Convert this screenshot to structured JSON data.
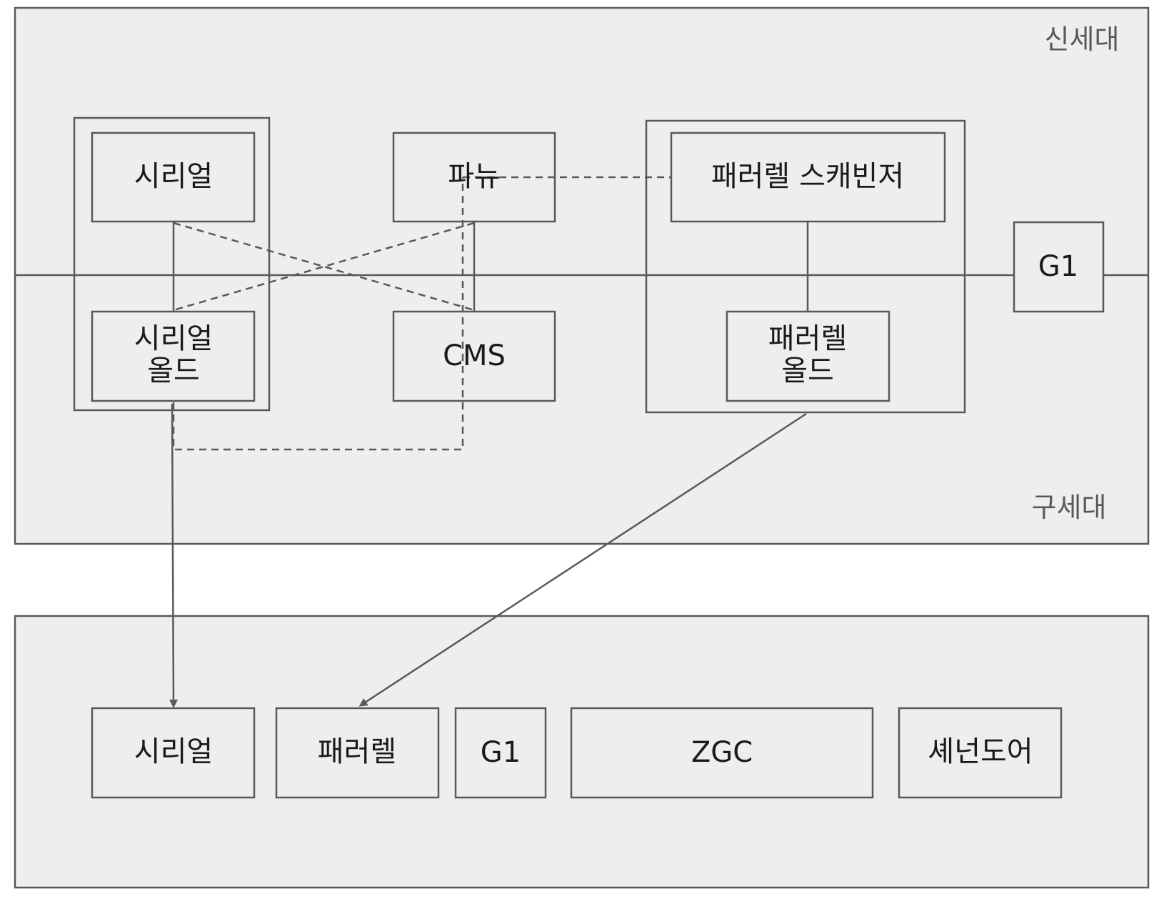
{
  "regions": {
    "young_label": "신세대",
    "old_label": "구세대"
  },
  "nodes": {
    "serial": "시리얼",
    "serial_old_line1": "시리얼",
    "serial_old_line2": "올드",
    "parnew": "파뉴",
    "cms": "CMS",
    "parallel_scavenge": "패러렐 스캐빈저",
    "parallel_old_line1": "패러렐",
    "parallel_old_line2": "올드",
    "g1": "G1"
  },
  "modern": {
    "serial": "시리얼",
    "parallel": "패러렐",
    "g1": "G1",
    "zgc": "ZGC",
    "shenandoah": "셰넌도어"
  },
  "colors": {
    "stroke": "#595959",
    "fill": "#eeeeee",
    "text": "#1a1a1a"
  }
}
